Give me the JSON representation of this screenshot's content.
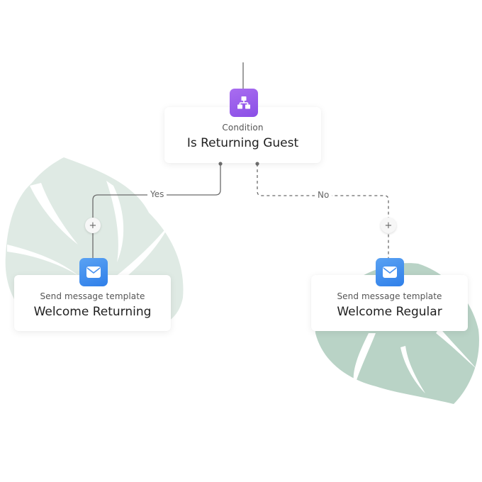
{
  "colors": {
    "leaf": "#dfeae4",
    "leaf_dark": "#b9d3c6",
    "condition_accent": "#9b5ded",
    "message_accent": "#4690ef",
    "connector": "#6b6b6b"
  },
  "nodes": {
    "condition": {
      "icon": "branch-icon",
      "type_label": "Condition",
      "title": "Is Returning Guest"
    },
    "yes_action": {
      "icon": "envelope-icon",
      "type_label": "Send message template",
      "title": "Welcome Returning"
    },
    "no_action": {
      "icon": "envelope-icon",
      "type_label": "Send message template",
      "title": "Welcome Regular"
    }
  },
  "edges": {
    "yes_label": "Yes",
    "no_label": "No",
    "add_step_symbol": "+"
  }
}
